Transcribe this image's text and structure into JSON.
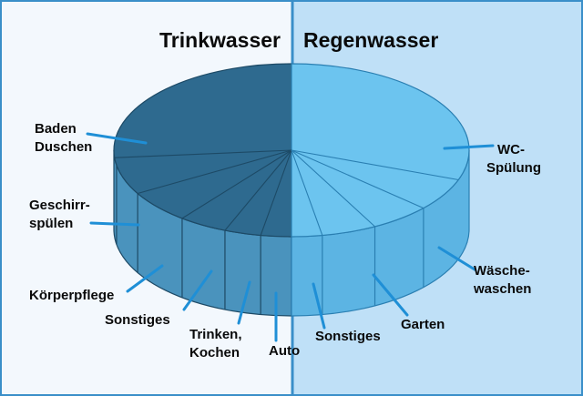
{
  "headers": {
    "left": "Trinkwasser",
    "right": "Regenwasser"
  },
  "colors": {
    "left_bg": "#f3f8fd",
    "right_bg": "#bfe0f7",
    "divider": "#3a8fc9",
    "dark_top": "#2e6a8f",
    "dark_side": "#4a93bd",
    "light_top": "#6cc4ef",
    "light_side": "#5cb4e3",
    "leader": "#1f8fd6"
  },
  "labels": {
    "baden": [
      "Baden",
      "Duschen"
    ],
    "geschirr": [
      "Geschirr-",
      "spülen"
    ],
    "koerper": [
      "Körperpflege"
    ],
    "sonstiges_left": [
      "Sonstiges"
    ],
    "trinken": [
      "Trinken,",
      "Kochen"
    ],
    "auto": [
      "Auto"
    ],
    "sonstiges_right": [
      "Sonstiges"
    ],
    "garten": [
      "Garten"
    ],
    "waesche": [
      "Wäsche-",
      "waschen"
    ],
    "wc": [
      "WC-",
      "Spülung"
    ]
  }
}
